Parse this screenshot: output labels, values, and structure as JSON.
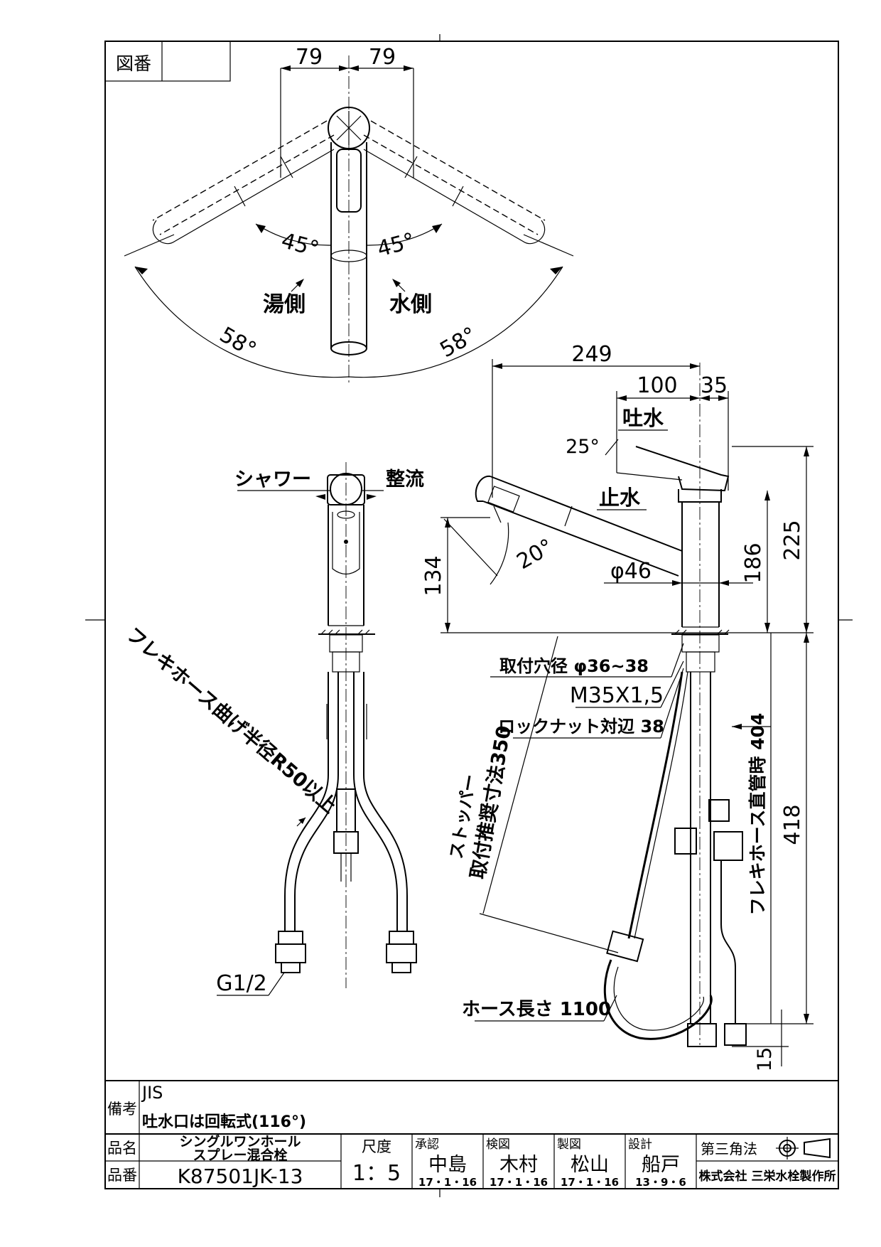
{
  "title_block": {
    "zuban_label": "図番",
    "zuban_value": "",
    "biko_label": "備考",
    "biko_line1": "JIS",
    "biko_line2": "吐水口は回転式(116°)",
    "hinmei_label": "品名",
    "hinmei_line1": "シングルワンホール",
    "hinmei_line2": "スプレー混合栓",
    "hinban_label": "品番",
    "hinban_value": "K87501JK-13",
    "scale_label": "尺度",
    "scale_value": "1：5",
    "approvals": [
      {
        "role": "承認",
        "name": "中島",
        "date": "17・1・16"
      },
      {
        "role": "検図",
        "name": "木村",
        "date": "17・1・16"
      },
      {
        "role": "製図",
        "name": "松山",
        "date": "17・1・16"
      },
      {
        "role": "設計",
        "name": "船戸",
        "date": "13・9・6"
      }
    ],
    "projection": "第三角法",
    "company": "株式会社 三栄水栓製作所"
  },
  "top_view": {
    "dim_left": "79",
    "dim_right": "79",
    "angle_left_inner": "45°",
    "angle_right_inner": "45°",
    "angle_left_outer": "58°",
    "angle_right_outer": "58°",
    "hot_side": "湯側",
    "cold_side": "水側"
  },
  "front_view": {
    "shower_label": "シャワー",
    "stream_label": "整流",
    "hose_bend_note": "フレキホース曲げ半径R50以上",
    "thread_label": "G1/2"
  },
  "side_view": {
    "dim_total_width": "249",
    "dim_100": "100",
    "dim_35": "35",
    "spout_label": "吐水",
    "angle_25": "25°",
    "stop_label": "止水",
    "angle_20": "20°",
    "dim_134": "134",
    "diameter_46": "φ46",
    "dim_186": "186",
    "dim_225": "225",
    "hole_dia": "取付穴径 φ36~38",
    "thread": "M35X1,5",
    "locknut": "ロックナット対辺 38",
    "stopper_line1": "ストッパー",
    "stopper_line2": "取付推奨寸法350",
    "flexi_note": "フレキホース直管時 404",
    "dim_418": "418",
    "dim_15": "15",
    "hose_length": "ホース長さ 1100"
  }
}
